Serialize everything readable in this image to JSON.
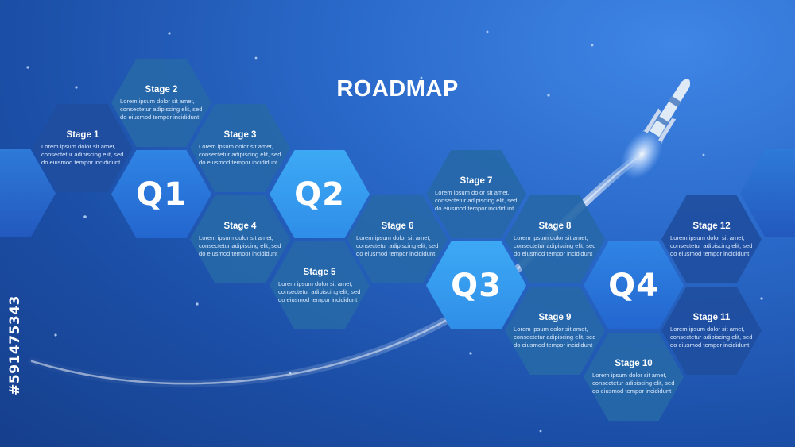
{
  "title": "ROADMAP",
  "quarters": [
    {
      "label": "Q1"
    },
    {
      "label": "Q2"
    },
    {
      "label": "Q3"
    },
    {
      "label": "Q4"
    }
  ],
  "stages": [
    {
      "title": "Stage 1",
      "text": "Lorem ipsum dolor sit amet, consectetur adipiscing elit, sed do eiusmod tempor incididunt"
    },
    {
      "title": "Stage 2",
      "text": "Lorem ipsum dolor sit amet, consectetur adipiscing elit, sed do eiusmod tempor incididunt"
    },
    {
      "title": "Stage 3",
      "text": "Lorem ipsum dolor sit amet, consectetur adipiscing elit, sed do eiusmod tempor incididunt"
    },
    {
      "title": "Stage 4",
      "text": "Lorem ipsum dolor sit amet, consectetur adipiscing elit, sed do eiusmod tempor incididunt"
    },
    {
      "title": "Stage 5",
      "text": "Lorem ipsum dolor sit amet, consectetur adipiscing elit, sed do eiusmod tempor incididunt"
    },
    {
      "title": "Stage 6",
      "text": "Lorem ipsum dolor sit amet, consectetur adipiscing elit, sed do eiusmod tempor incididunt"
    },
    {
      "title": "Stage 7",
      "text": "Lorem ipsum dolor sit amet, consectetur adipiscing elit, sed do eiusmod tempor incididunt"
    },
    {
      "title": "Stage 8",
      "text": "Lorem ipsum dolor sit amet, consectetur adipiscing elit, sed do eiusmod tempor incididunt"
    },
    {
      "title": "Stage 9",
      "text": "Lorem ipsum dolor sit amet, consectetur adipiscing elit, sed do eiusmod tempor incididunt"
    },
    {
      "title": "Stage 10",
      "text": "Lorem ipsum dolor sit amet, consectetur adipiscing elit, sed do eiusmod tempor incididunt"
    },
    {
      "title": "Stage 11",
      "text": "Lorem ipsum dolor sit amet, consectetur adipiscing elit, sed do eiusmod tempor incididunt"
    },
    {
      "title": "Stage 12",
      "text": "Lorem ipsum dolor sit amet, consectetur adipiscing elit, sed do eiusmod tempor incididunt"
    }
  ],
  "side_id": "#591475343",
  "icons": [
    "rocket-icon",
    "star-icon"
  ],
  "colors": {
    "background": "#1f56b0",
    "quarter_hex": "#3da9f5",
    "stage_hex": "#2668a8",
    "text": "#ffffff"
  }
}
